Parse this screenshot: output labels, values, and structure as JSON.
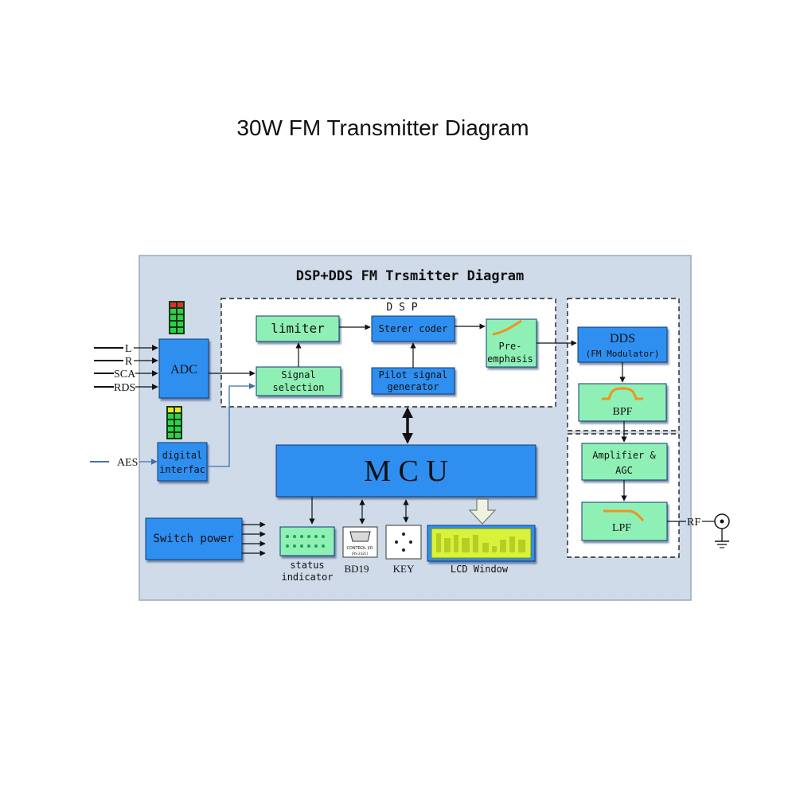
{
  "page": {
    "title": "30W FM Transmitter Diagram"
  },
  "colors": {
    "panel_bg": "#cfdbe9",
    "blue_block": "#2f8ff0",
    "green_block": "#8ff0b6",
    "lcd_green": "#d8f23a",
    "arrow_blue": "#3d6fb0"
  },
  "diagram": {
    "title": "DSP+DDS FM Trsmitter Diagram",
    "dsp_label": "D S P",
    "inputs": {
      "l": "L",
      "r": "R",
      "sca": "SCA",
      "rds": "RDS",
      "aes": "AES"
    },
    "blocks": {
      "adc": "ADC",
      "digital_interface_line1": "digital",
      "digital_interface_line2": "interfac",
      "limiter": "limiter",
      "signal_selection_line1": "Signal",
      "signal_selection_line2": "selection",
      "stereo_coder": "Sterer coder",
      "pilot_line1": "Pilot signal",
      "pilot_line2": "generator",
      "pre_emphasis_line1": "Pre-",
      "pre_emphasis_line2": "emphasis",
      "dds": "DDS",
      "dds_sub": "(FM Modulator)",
      "bpf": "BPF",
      "amplifier_line1": "Amplifier &",
      "amplifier_line2": "AGC",
      "lpf": "LPF",
      "mcu": "M C U",
      "switch_power": "Switch power"
    },
    "peripherals": {
      "status_line1": "status",
      "status_line2": "indicator",
      "bd19": "BD19",
      "control_io_line1": "CONTROL I/O",
      "control_io_line2": "(RS-232C)",
      "key": "KEY",
      "lcd_window": "LCD Window"
    },
    "output": {
      "rf": "RF"
    }
  }
}
